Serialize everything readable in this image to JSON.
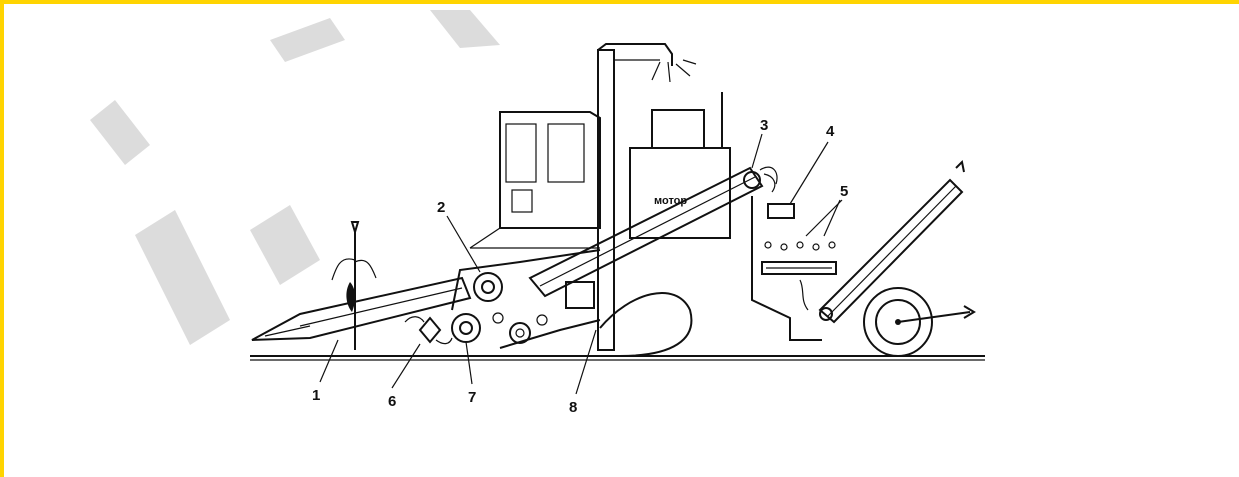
{
  "border_color": "#ffd400",
  "motor_label": "мотор",
  "callouts": [
    {
      "id": "1",
      "text": "1"
    },
    {
      "id": "2",
      "text": "2"
    },
    {
      "id": "3",
      "text": "3"
    },
    {
      "id": "4",
      "text": "4"
    },
    {
      "id": "5",
      "text": "5"
    },
    {
      "id": "6",
      "text": "6"
    },
    {
      "id": "7",
      "text": "7"
    },
    {
      "id": "8",
      "text": "8"
    }
  ]
}
